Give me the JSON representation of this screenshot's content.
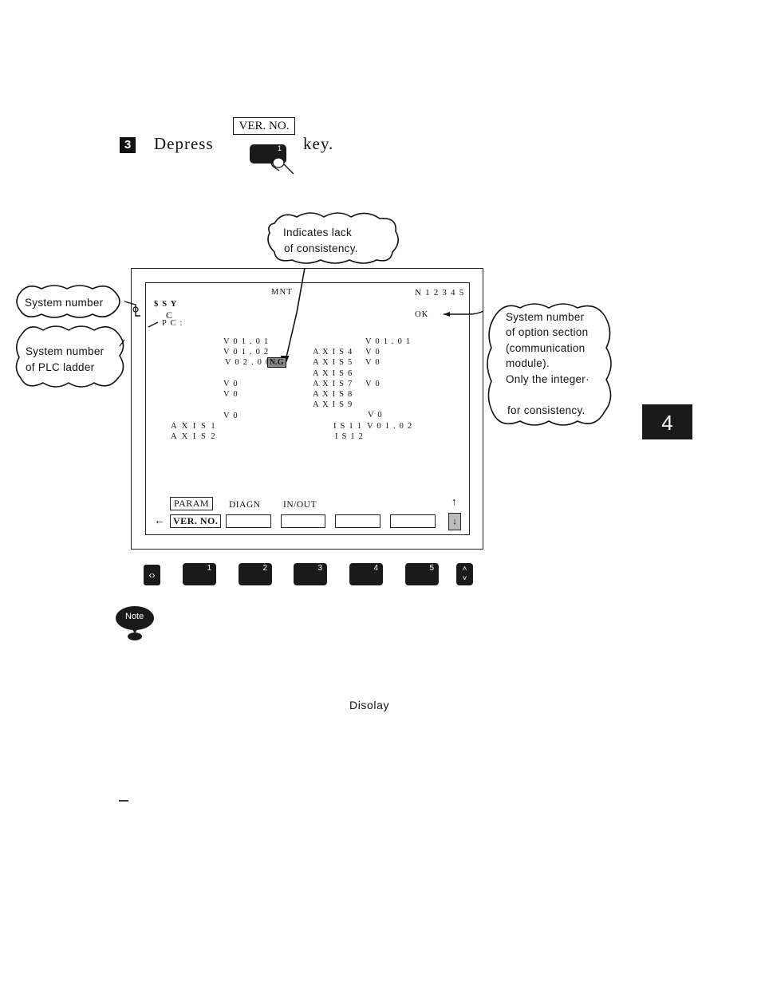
{
  "step": {
    "number": "3",
    "text_before": "Depress",
    "key_label": "VER. NO.",
    "key_number": "1",
    "text_after": "key."
  },
  "callouts": {
    "consistency": [
      "Indicates lack",
      "of consistency."
    ],
    "system_number": "System number",
    "plc": [
      "System number",
      "of PLC ladder"
    ],
    "option": [
      "System number",
      "of option section",
      "(communication",
      "module).",
      "Only the integer·",
      "",
      "for consistency."
    ]
  },
  "screen": {
    "mode": "MNT",
    "program": "N 1 2 3 4 5",
    "row_sy": "$ S Y",
    "row_c": "C",
    "row_pc": "P C :",
    "status_ok": "OK",
    "left_col": [
      "V 0 1 . 0 1",
      "V 0 1 . 0 2",
      "V 0 2 . 0 0"
    ],
    "ng_label": "N.G",
    "left_col2": [
      "V 0",
      "V 0",
      "V 0"
    ],
    "axis_left": [
      "A X I S 1",
      "A X I S 2"
    ],
    "axis_mid": [
      "A X I S 4",
      "A X I S 5",
      "A X I S 6",
      "A X I S 7",
      "A X I S 8",
      "A X I S 9"
    ],
    "right_col": [
      "V 0 1 . 0 1",
      "V 0",
      "V 0",
      "V 0",
      "V 0"
    ],
    "is_labels": [
      "I S 1 1",
      "I S 1 2"
    ],
    "is11_value": "V 0 1 . 0 2",
    "menu": {
      "param": "PARAM",
      "diagn": "DIAGN",
      "inout": "IN/OUT",
      "verno": "VER. NO."
    },
    "left_arrow": "←",
    "up_arrow": "↑",
    "down_arrow": "↓"
  },
  "function_keys": [
    "1",
    "2",
    "3",
    "4",
    "5"
  ],
  "side_tab": "4",
  "note_label": "Note",
  "display_word": "Disolay"
}
